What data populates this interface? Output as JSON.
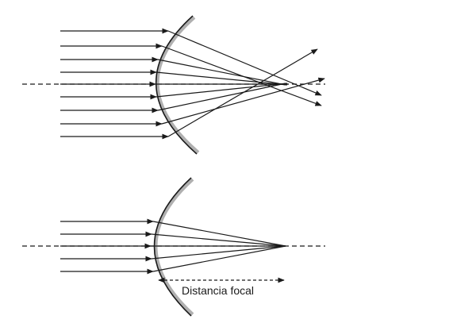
{
  "figure": {
    "panels": [
      {
        "name": "spherical-mirror",
        "incoming_rays": 9
      },
      {
        "name": "parabolic-mirror",
        "incoming_rays": 5
      }
    ],
    "labels": {
      "focal_distance": "Distancia focal"
    },
    "colors": {
      "line": "#1a1a1a",
      "mirror_shadow": "#b0b0b0",
      "background": "#ffffff"
    }
  }
}
